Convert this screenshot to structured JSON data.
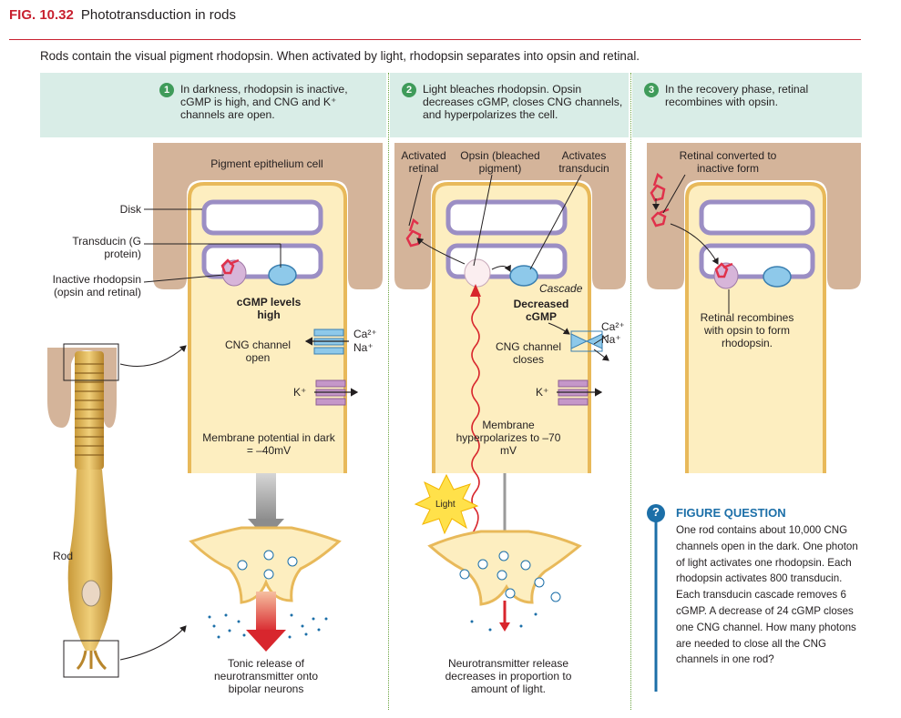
{
  "figure": {
    "label": "FIG. 10.32",
    "title": "Phototransduction in rods",
    "intro": "Rods contain the visual pigment rhodopsin. When activated by light, rhodopsin separates into opsin and retinal."
  },
  "steps": [
    {
      "number": "1",
      "text": "In darkness, rhodopsin is inactive, cGMP is high, and CNG and K⁺ channels are open."
    },
    {
      "number": "2",
      "text": "Light bleaches rhodopsin. Opsin decreases cGMP, closes CNG channels, and hyperpolarizes the cell."
    },
    {
      "number": "3",
      "text": "In the recovery phase, retinal recombines with opsin."
    }
  ],
  "rod_labels": {
    "disk": "Disk",
    "transducin": "Transducin (G protein)",
    "inactive_rhodopsin": "Inactive rhodopsin (opsin and retinal)",
    "rod": "Rod"
  },
  "panel1": {
    "pigment_cell": "Pigment epithelium cell",
    "cgmp": "cGMP levels high",
    "cng_channel": "CNG channel open",
    "ca": "Ca²⁺",
    "na": "Na⁺",
    "k": "K⁺",
    "membrane": "Membrane potential in dark = –40mV",
    "release": "Tonic release of neurotransmitter onto bipolar neurons"
  },
  "panel2": {
    "activated_retinal": "Activated retinal",
    "opsin": "Opsin (bleached pigment)",
    "activates_transducin": "Activates transducin",
    "cascade": "Cascade",
    "cgmp": "Decreased cGMP",
    "cng_channel": "CNG channel closes",
    "ca": "Ca²⁺",
    "na": "Na⁺",
    "k": "K⁺",
    "membrane": "Membrane hyperpolarizes to –70 mV",
    "light": "Light",
    "release": "Neurotransmitter release decreases in proportion to amount of light."
  },
  "panel3": {
    "converted": "Retinal converted to inactive form",
    "recombines": "Retinal recombines with opsin to form rhodopsin."
  },
  "figure_question": {
    "icon": "?",
    "title": "FIGURE QUESTION",
    "text": "One rod contains about 10,000 CNG channels open in the dark. One photon of light activates one rhodopsin. Each rhodopsin activates 800 transducin. Each transducin cascade removes 6 cGMP. A decrease of 24 cGMP closes one CNG channel. How many photons are needed to close all the CNG channels in one rod?"
  },
  "colors": {
    "accent_red": "#c8202f",
    "step_green": "#3f9b5a",
    "band": "#d9ede7",
    "pigment_tan": "#d4b49a",
    "cell_yellow": "#fdeec0",
    "membrane_orange": "#e8b95a",
    "disk_purple": "#9b8ec4",
    "transducin_blue": "#8ec9ea",
    "rhodopsin_pink": "#d7b5d9",
    "retinal_red": "#e0314b",
    "question_blue": "#1c6fa8"
  }
}
